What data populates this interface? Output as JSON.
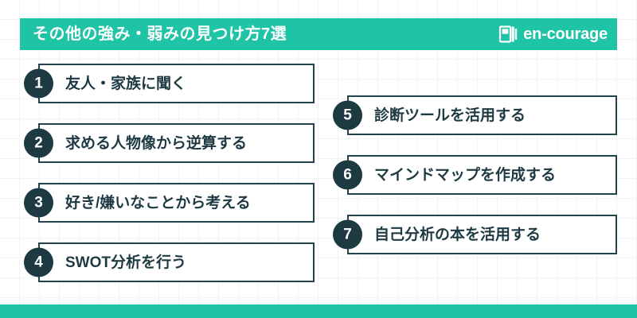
{
  "header": {
    "title": "その他の強み・弱みの見つけ方7選",
    "brand_name": "en-courage",
    "brand_icon": "book-icon",
    "bar_color": "#1fc4a7",
    "title_color": "#ffffff"
  },
  "theme": {
    "accent": "#1fc4a7",
    "dark": "#1d3a43",
    "border": "#22424c",
    "background": "#ffffff",
    "grid_line": "#e9ecef"
  },
  "columns": {
    "left": [
      {
        "number": "1",
        "label": "友人・家族に聞く"
      },
      {
        "number": "2",
        "label": "求める人物像から逆算する"
      },
      {
        "number": "3",
        "label": "好き/嫌いなことから考える"
      },
      {
        "number": "4",
        "label": "SWOT分析を行う"
      }
    ],
    "right": [
      {
        "number": "5",
        "label": "診断ツールを活用する"
      },
      {
        "number": "6",
        "label": "マインドマップを作成する"
      },
      {
        "number": "7",
        "label": "自己分析の本を活用する"
      }
    ]
  }
}
